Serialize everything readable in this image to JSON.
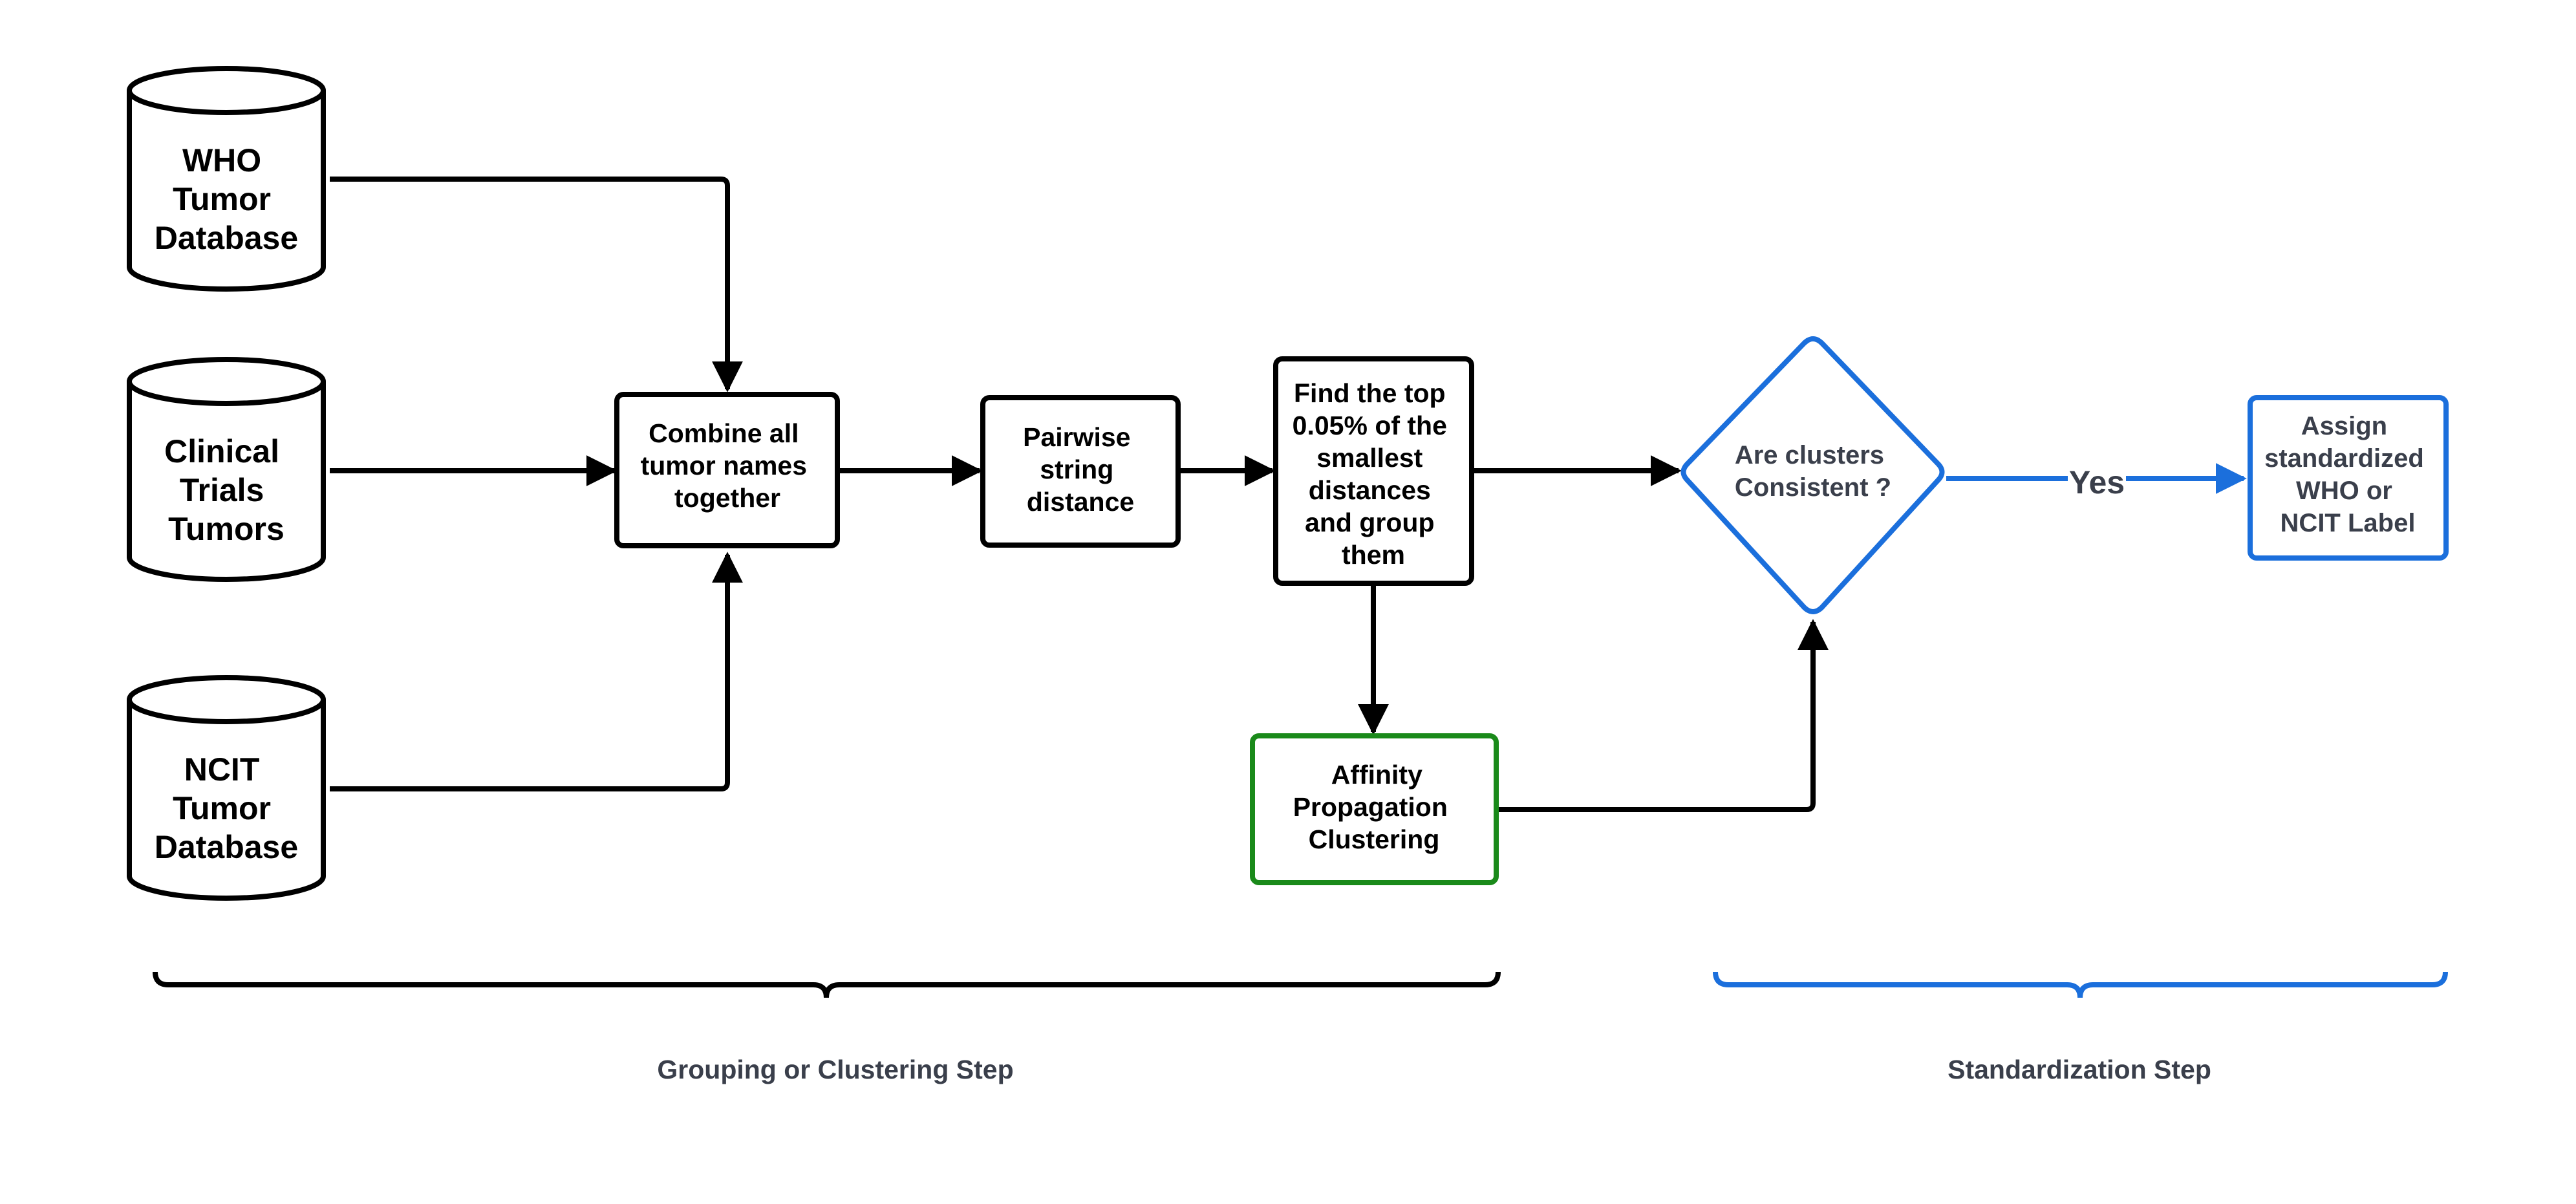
{
  "colors": {
    "stroke_default": "#000000",
    "stroke_blue": "#1b6fdc",
    "stroke_green": "#1a8a1a",
    "label_gray": "#3a3f4b"
  },
  "databases": {
    "who": {
      "lines": [
        "WHO",
        "Tumor",
        "Database"
      ]
    },
    "clinical": {
      "lines": [
        "Clinical",
        "Trials",
        "Tumors"
      ]
    },
    "ncit": {
      "lines": [
        "NCIT",
        "Tumor",
        "Database"
      ]
    }
  },
  "boxes": {
    "combine": {
      "lines": [
        "Combine all",
        "tumor names",
        "together"
      ]
    },
    "pairwise": {
      "lines": [
        "Pairwise",
        "string",
        "distance"
      ]
    },
    "findtop": {
      "lines": [
        "Find the top",
        "0.05% of the",
        "smallest",
        "distances",
        "and group",
        "them"
      ]
    },
    "affinity": {
      "lines": [
        "Affinity",
        "Propagation",
        "Clustering"
      ]
    },
    "consistent": {
      "lines": [
        "Are clusters",
        "Consistent ?"
      ]
    },
    "assign": {
      "lines": [
        "Assign",
        "standardized",
        "WHO or",
        "NCIT Label"
      ]
    }
  },
  "edge_labels": {
    "yes": "Yes"
  },
  "steps": {
    "grouping": "Grouping or Clustering Step",
    "standardization": "Standardization Step"
  }
}
